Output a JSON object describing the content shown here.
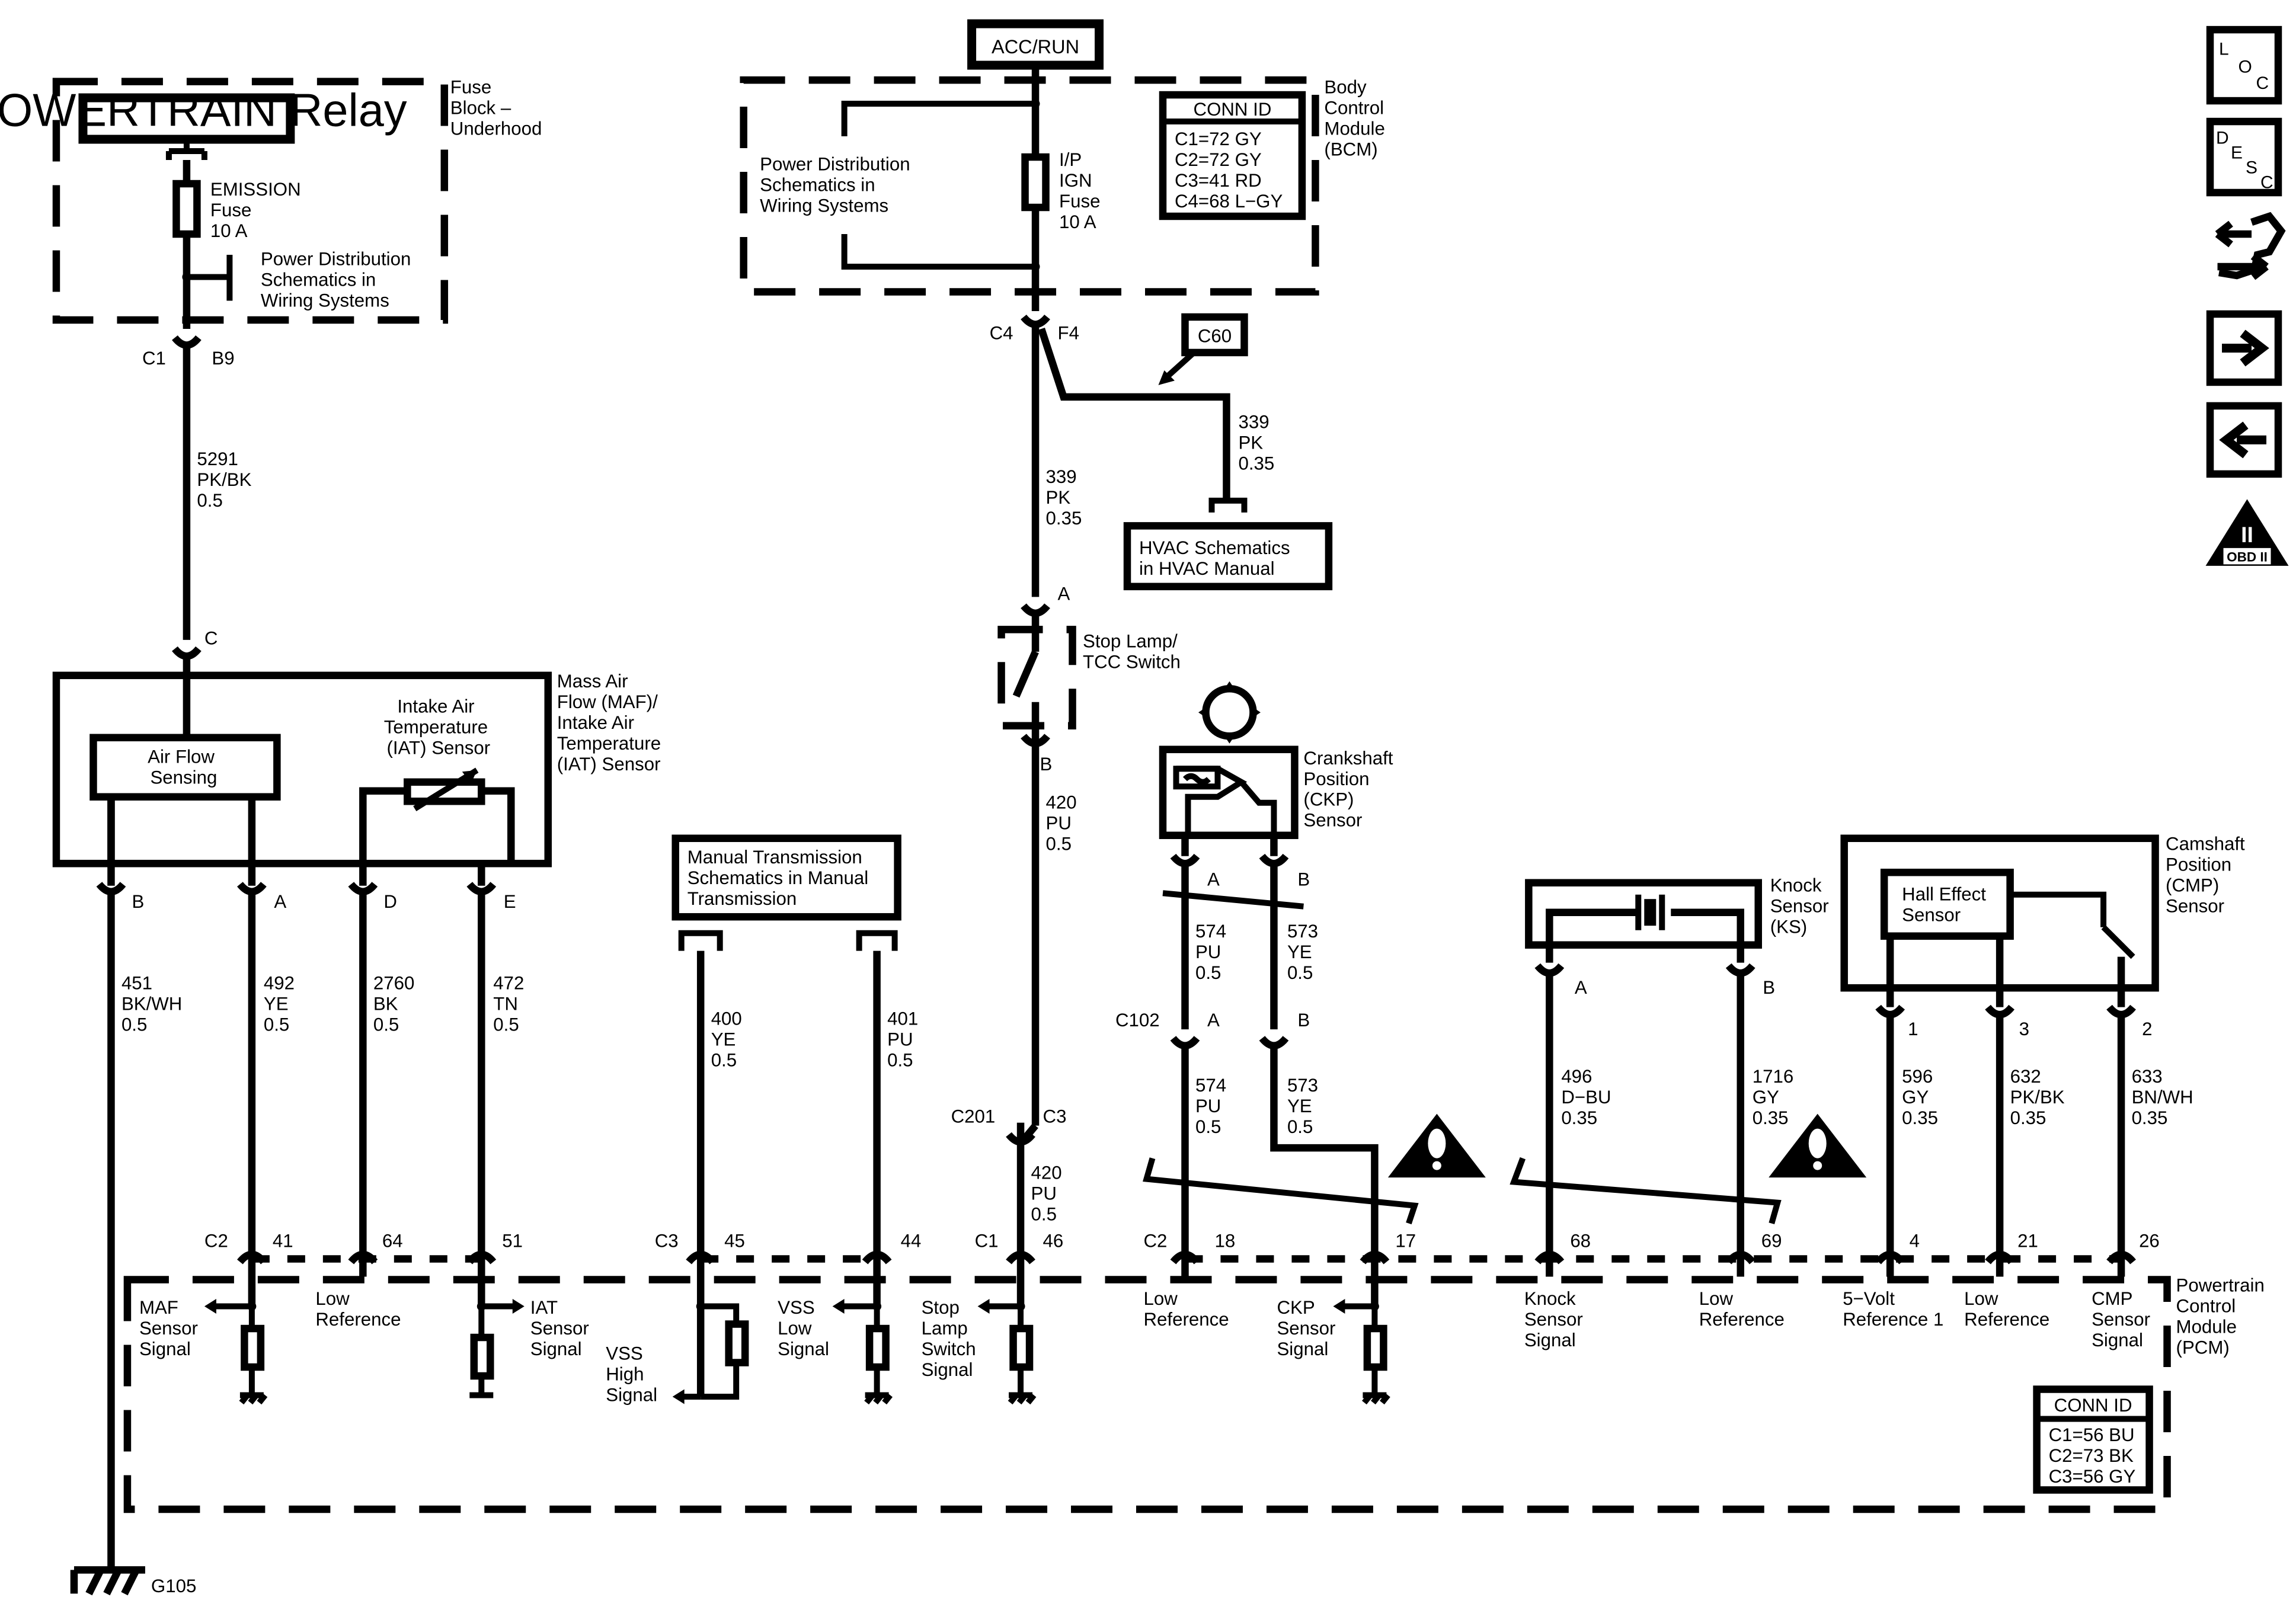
{
  "power_sources": {
    "powertrain_relay": "POWERTRAIN Relay",
    "acc_run": "ACC/RUN"
  },
  "fuse_block": {
    "title": [
      "Fuse",
      "Block –",
      "Underhood"
    ],
    "fuse": [
      "EMISSION",
      "Fuse",
      "10 A"
    ],
    "power_dist": [
      "Power Distribution",
      "Schematics in",
      "Wiring  Systems"
    ]
  },
  "bcm": {
    "title": [
      "Body",
      "Control",
      "Module",
      "(BCM)"
    ],
    "power_dist": [
      "Power Distribution",
      "Schematics in",
      "Wiring  Systems"
    ],
    "fuse": [
      "I/P",
      "IGN",
      "Fuse",
      "10 A"
    ],
    "conn_id_title": "CONN ID",
    "conn_ids": [
      "C1=72 GY",
      "C2=72 GY",
      "C3=41 RD",
      "C4=68 L−GY"
    ]
  },
  "hvac": {
    "text": [
      "HVAC Schematics",
      "in HVAC Manual"
    ],
    "splice": "C60",
    "wire": [
      "339",
      "PK",
      "0.35"
    ]
  },
  "stop_lamp": {
    "name": [
      "Stop Lamp/",
      "TCC Switch"
    ],
    "pin_a": "A",
    "pin_b": "B"
  },
  "maf": {
    "title": [
      "Mass Air",
      "Flow (MAF)/",
      "Intake Air",
      "Temperature",
      "(IAT) Sensor"
    ],
    "air_flow": [
      "Air Flow",
      "Sensing"
    ],
    "iat": [
      "Intake Air",
      "Temperature",
      "(IAT) Sensor"
    ],
    "pin_c": "C",
    "pins": [
      "B",
      "A",
      "D",
      "E"
    ]
  },
  "manual_trans": [
    "Manual Transmission",
    "Schematics in Manual",
    "Transmission"
  ],
  "ckp": {
    "title": [
      "Crankshaft",
      "Position",
      "(CKP)",
      "Sensor"
    ],
    "pin_a": "A",
    "pin_b": "B",
    "c102": "C102"
  },
  "knock": {
    "title": [
      "Knock",
      "Sensor",
      "(KS)"
    ],
    "pin_a": "A",
    "pin_b": "B"
  },
  "cmp": {
    "title": [
      "Camshaft",
      "Position",
      "(CMP)",
      "Sensor"
    ],
    "hall": [
      "Hall Effect",
      "Sensor"
    ],
    "pins": [
      "1",
      "3",
      "2"
    ]
  },
  "wires": {
    "w5291": [
      "5291",
      "PK/BK",
      "0.5"
    ],
    "w339": [
      "339",
      "PK",
      "0.35"
    ],
    "w420a": [
      "420",
      "PU",
      "0.5"
    ],
    "w420b": [
      "420",
      "PU",
      "0.5"
    ],
    "w451": [
      "451",
      "BK/WH",
      "0.5"
    ],
    "w492": [
      "492",
      "YE",
      "0.5"
    ],
    "w2760": [
      "2760",
      "BK",
      "0.5"
    ],
    "w472": [
      "472",
      "TN",
      "0.5"
    ],
    "w400": [
      "400",
      "YE",
      "0.5"
    ],
    "w401": [
      "401",
      "PU",
      "0.5"
    ],
    "w574a": [
      "574",
      "PU",
      "0.5"
    ],
    "w573a": [
      "573",
      "YE",
      "0.5"
    ],
    "w574b": [
      "574",
      "PU",
      "0.5"
    ],
    "w573b": [
      "573",
      "YE",
      "0.5"
    ],
    "w496": [
      "496",
      "D−BU",
      "0.35"
    ],
    "w1716": [
      "1716",
      "GY",
      "0.35"
    ],
    "w596": [
      "596",
      "GY",
      "0.35"
    ],
    "w632": [
      "632",
      "PK/BK",
      "0.35"
    ],
    "w633": [
      "633",
      "BN/WH",
      "0.35"
    ]
  },
  "connectors": {
    "c1_fuse": "C1",
    "b9": "B9",
    "c4": "C4",
    "f4": "F4",
    "c201": "C201",
    "c3_201": "C3",
    "pcm_c2a": "C2",
    "pcm_41": "41",
    "pcm_64": "64",
    "pcm_51": "51",
    "pcm_c3": "C3",
    "pcm_45": "45",
    "pcm_44": "44",
    "pcm_c1": "C1",
    "pcm_46": "46",
    "pcm_c2b": "C2",
    "pcm_18": "18",
    "pcm_17": "17",
    "pcm_68": "68",
    "pcm_69": "69",
    "pcm_4": "4",
    "pcm_21": "21",
    "pcm_26": "26"
  },
  "pcm": {
    "title": [
      "Powertrain",
      "Control",
      "Module",
      "(PCM)"
    ],
    "signals": {
      "maf": [
        "MAF",
        "Sensor",
        "Signal"
      ],
      "low_ref1": [
        "Low",
        "Reference"
      ],
      "iat": [
        "IAT",
        "Sensor",
        "Signal"
      ],
      "vss_high": [
        "VSS",
        "High",
        "Signal"
      ],
      "vss_low": [
        "VSS",
        "Low",
        "Signal"
      ],
      "stop_lamp": [
        "Stop",
        "Lamp",
        "Switch",
        "Signal"
      ],
      "low_ref2": [
        "Low",
        "Reference"
      ],
      "ckp": [
        "CKP",
        "Sensor",
        "Signal"
      ],
      "knock": [
        "Knock",
        "Sensor",
        "Signal"
      ],
      "low_ref3": [
        "Low",
        "Reference"
      ],
      "five_v": [
        "5−Volt",
        "Reference 1"
      ],
      "low_ref4": [
        "Low",
        "Reference"
      ],
      "cmp": [
        "CMP",
        "Sensor",
        "Signal"
      ]
    },
    "conn_id_title": "CONN ID",
    "conn_ids": [
      "C1=56 BU",
      "C2=73 BK",
      "C3=56 GY"
    ]
  },
  "ground": "G105",
  "nav": {
    "loc": [
      "L",
      "O",
      "C"
    ],
    "desc": [
      "D",
      "E",
      "S",
      "C"
    ],
    "obd_ii": "II",
    "obd_label": "OBD II"
  }
}
